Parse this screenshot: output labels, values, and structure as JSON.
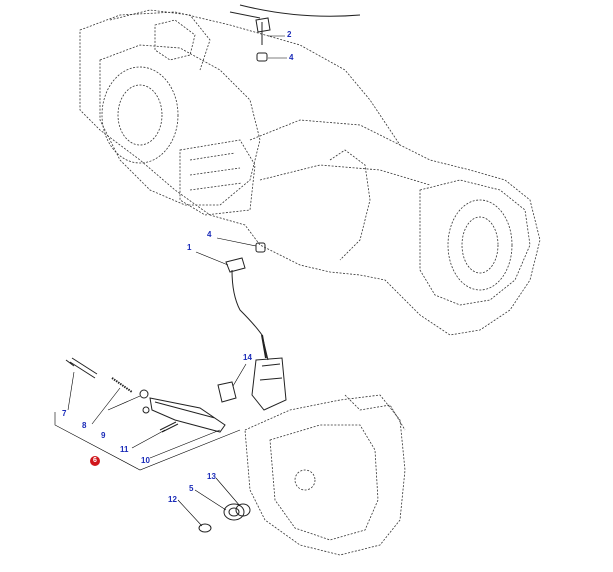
{
  "diagram": {
    "callouts": [
      {
        "id": "c2",
        "text": "2"
      },
      {
        "id": "c4a",
        "text": "4"
      },
      {
        "id": "c4b",
        "text": "4"
      },
      {
        "id": "c1",
        "text": "1"
      },
      {
        "id": "c14",
        "text": "14"
      },
      {
        "id": "c7",
        "text": "7"
      },
      {
        "id": "c8",
        "text": "8"
      },
      {
        "id": "c9",
        "text": "9"
      },
      {
        "id": "c11",
        "text": "11"
      },
      {
        "id": "c10",
        "text": "10"
      },
      {
        "id": "c13",
        "text": "13"
      },
      {
        "id": "c5",
        "text": "5"
      },
      {
        "id": "c12",
        "text": "12"
      }
    ],
    "group_badge": {
      "text": "6",
      "color": "#d0161b"
    },
    "colors": {
      "callout_text": "#1a2bb8",
      "line_art": "#333333",
      "background": "#ffffff"
    }
  }
}
